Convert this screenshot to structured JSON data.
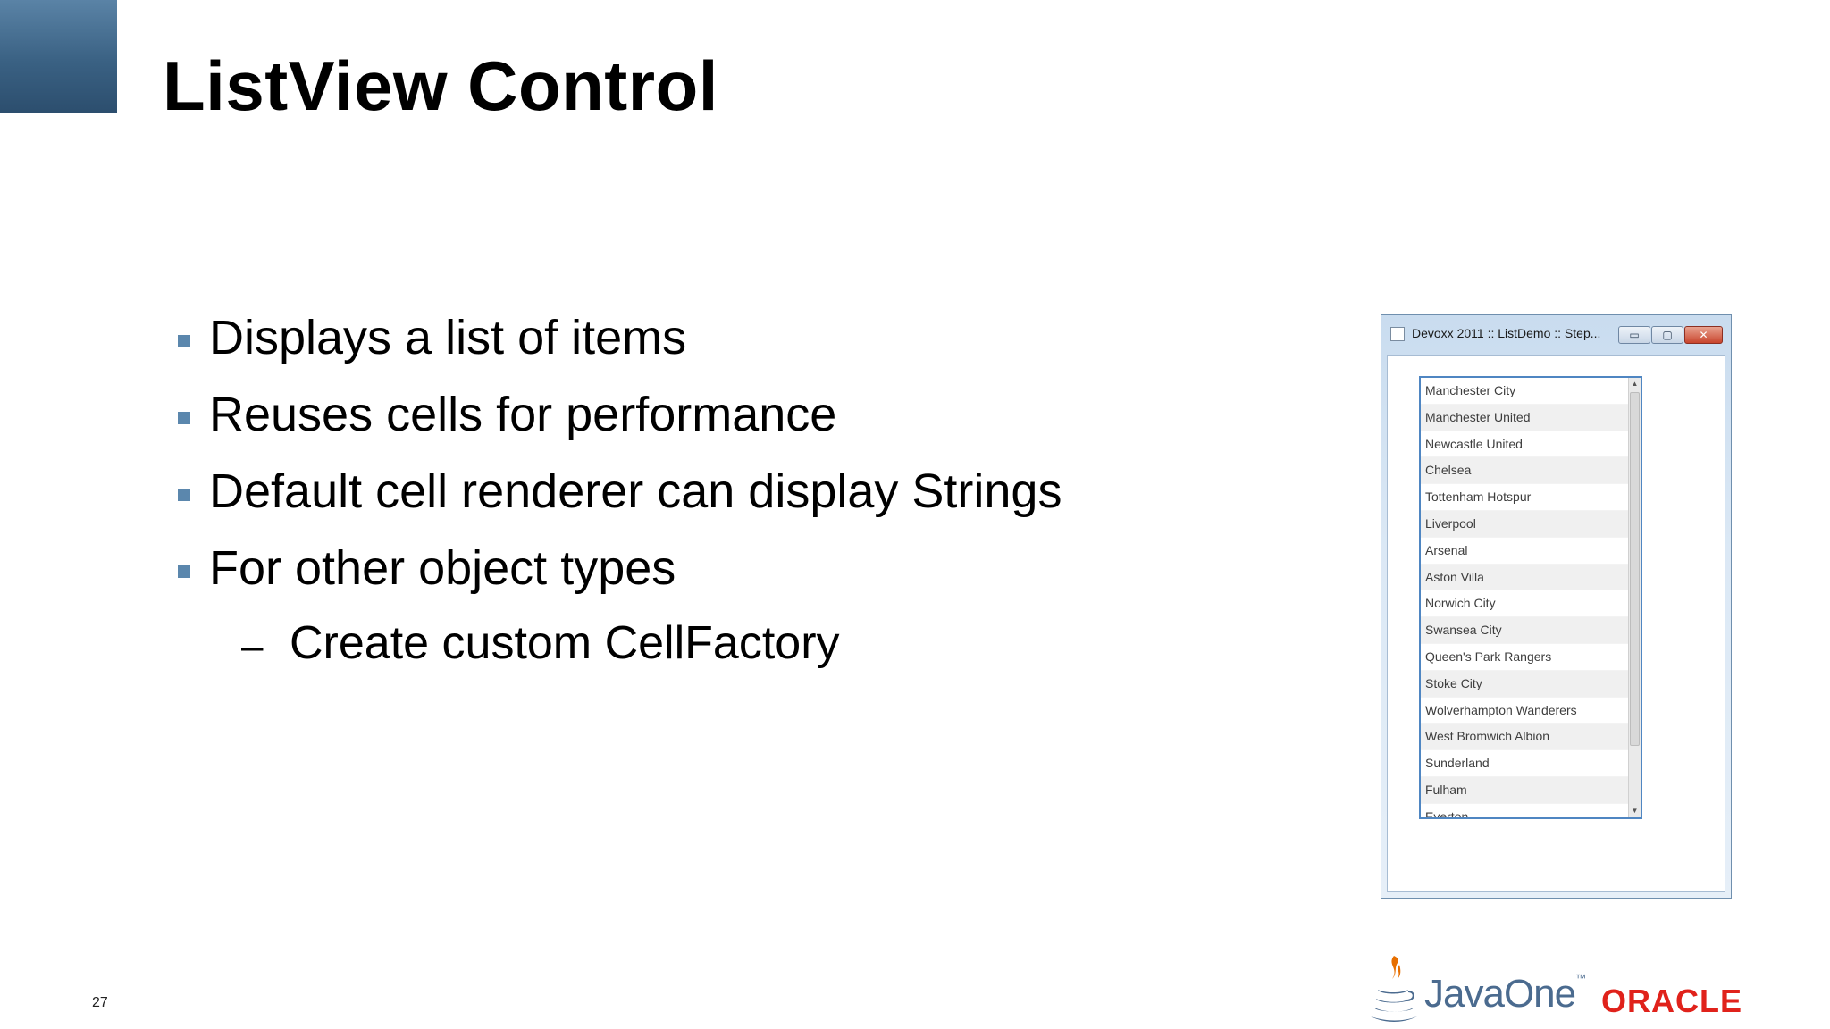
{
  "slide": {
    "title": "ListView Control",
    "bullets": [
      "Displays a list of items",
      "Reuses cells for performance",
      "Default cell renderer can display Strings",
      "For other object types"
    ],
    "sub_bullet_dash": "–",
    "sub_bullets": [
      "Create custom CellFactory"
    ],
    "page_number": "27",
    "accent_color": "#5b87ad"
  },
  "window": {
    "title": "Devoxx 2011 :: ListDemo :: Step...",
    "buttons": {
      "minimize": "▭",
      "maximize": "▢",
      "close": "✕"
    },
    "list_items": [
      "Manchester City",
      "Manchester United",
      "Newcastle United",
      "Chelsea",
      "Tottenham Hotspur",
      "Liverpool",
      "Arsenal",
      "Aston Villa",
      "Norwich City",
      "Swansea City",
      "Queen's Park Rangers",
      "Stoke City",
      "Wolverhampton Wanderers",
      "West Bromwich Albion",
      "Sunderland",
      "Fulham",
      "Everton"
    ],
    "scroll": {
      "up": "▲",
      "down": "▼"
    }
  },
  "logos": {
    "javaone": "JavaOne",
    "javaone_tm": "™",
    "oracle": "ORACLE",
    "javaone_color": "#4b6b8f",
    "oracle_color": "#e0221b"
  }
}
